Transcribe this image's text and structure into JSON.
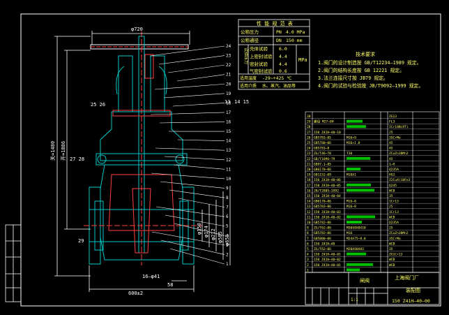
{
  "colors": {
    "background": "#000000",
    "frame": "#ffffff",
    "body_outline": "#00c8c8",
    "dimension": "#ffffff",
    "leader": "#00d000",
    "table_text": "#ffff66",
    "section_lines": "#ff4040",
    "handwheel": "#ffffff",
    "parts_fill": "#00c000"
  },
  "dimensions": {
    "top_width": "φ720",
    "height_open": "关≈1480",
    "height_close": "开≈1886",
    "bottom_width": "600±2",
    "flange_d1": "φ150",
    "flange_d2": "φ174",
    "flange_d3": "φ212",
    "flange_d4": "φ585",
    "flange_d5": "φ655",
    "bolt_note": "16—φ41",
    "thickness": "58"
  },
  "callouts_right": [
    "24",
    "23",
    "22",
    "21",
    "20",
    "19",
    "18",
    "17",
    "16",
    "15",
    "14",
    "13",
    "12",
    "11",
    "10",
    "9",
    "8",
    "7",
    "6",
    "5",
    "4",
    "3",
    "2",
    "1"
  ],
  "callouts_left": {
    "a": "25 26",
    "b": "27 28",
    "c": "29",
    "d": "16"
  },
  "callouts_mid": {
    "a": "13",
    "b": "14 15"
  },
  "perf_table": {
    "title": "性 能 规 范 表",
    "rows": [
      {
        "label": "公称压力",
        "code": "PN",
        "value": "4.0 MPa"
      },
      {
        "label": "公称通径",
        "code": "DN",
        "value": "150 mm"
      },
      {
        "label": "壳体试验",
        "code": "",
        "value": "6.0"
      },
      {
        "label": "上密封试验",
        "code": "",
        "value": "4.4"
      },
      {
        "label": "密封试验",
        "code": "",
        "value": "4.4"
      },
      {
        "label": "气密封试验",
        "code": "",
        "value": "0.6"
      }
    ],
    "side_label": "试验压力",
    "unit": "MPa",
    "temp_label": "适用温度",
    "temp_value": "-29~+425 ℃",
    "medium_label": "适用介质",
    "medium_value": "水、蒸汽、油品等"
  },
  "tech_req": {
    "title": "技术要求",
    "items": [
      "1.阀门的设计制造按 GB/T12234—1989 规定。",
      "2.阀门的结构长度按 GB 12221 规定。",
      "3.法兰连接尺寸按 JB79 规定。",
      "4.阀门的试验与检验按 JB/T9092—1999 规定。"
    ]
  },
  "parts": [
    {
      "no": "30",
      "code": "",
      "name": "",
      "qty": "",
      "mat": "ZG13"
    },
    {
      "no": "29",
      "code": "螺母 M27—8H",
      "name": "",
      "qty": "",
      "mat": "FL3"
    },
    {
      "no": "28",
      "code": "",
      "name": "",
      "qty": "",
      "mat": "1Cr18Ni9Ti"
    },
    {
      "no": "27",
      "code": "150 Z41H—40—10",
      "name": "",
      "qty": "",
      "mat": "25"
    },
    {
      "no": "26",
      "code": "GB5783—85",
      "name": "M16×9",
      "qty": "",
      "mat": "35CrMo"
    },
    {
      "no": "25",
      "code": "GB5780—86",
      "name": "M16×1.0",
      "qty": "",
      "mat": "45"
    },
    {
      "no": "24",
      "code": "GB5783—8",
      "name": "",
      "qty": "",
      "mat": "45"
    },
    {
      "no": "23",
      "code": "ZG/T46—70",
      "name": "T30",
      "qty": "",
      "mat": "ZCuZn38Mn2"
    },
    {
      "no": "22",
      "code": "GB/T1096—79",
      "name": "",
      "qty": "",
      "mat": "45"
    },
    {
      "no": "21",
      "code": "GB97.1—85",
      "name": "",
      "qty": "",
      "mat": "1—H"
    },
    {
      "no": "20",
      "code": "GB6170—86",
      "name": "",
      "qty": "",
      "mat": "Q235A"
    },
    {
      "no": "19",
      "code": "GB1152—89",
      "name": "M10X1",
      "qty": "",
      "mat": "HS2"
    },
    {
      "no": "18",
      "code": "150 Z41H—40—06",
      "name": "",
      "qty": "",
      "mat": "Z2CuAl10Fe3"
    },
    {
      "no": "17",
      "code": "150 Z41H—40—05",
      "name": "",
      "qty": "",
      "mat": "Q245"
    },
    {
      "no": "16",
      "code": "JB/T2805—1992",
      "name": "",
      "qty": "",
      "mat": "WCB"
    },
    {
      "no": "15",
      "code": "150 Z41H—40—04",
      "name": "",
      "qty": "",
      "mat": "35"
    },
    {
      "no": "14",
      "code": "GB6170—86",
      "name": "M16—8",
      "qty": "",
      "mat": "1Cr13"
    },
    {
      "no": "13",
      "code": "GB5783—86",
      "name": "M16—8",
      "qty": "",
      "mat": "25"
    },
    {
      "no": "12",
      "code": "150 Z41H—40—03",
      "name": "",
      "qty": "",
      "mat": "1Cr13"
    },
    {
      "no": "11",
      "code": "150 Z41H—40—02",
      "name": "",
      "qty": "",
      "mat": "WCB"
    },
    {
      "no": "10",
      "code": "GB5782—86",
      "name": "",
      "qty": "",
      "mat": "Q235A"
    },
    {
      "no": "9",
      "code": "ZG/T62—86",
      "name": "M30X8X8X10",
      "qty": "",
      "mat": "25"
    },
    {
      "no": "8",
      "code": "GB5782—86",
      "name": "M16",
      "qty": "",
      "mat": "ZCuZn38Mn2"
    },
    {
      "no": "7",
      "code": "GB5800—86",
      "name": "M24X75—8.8",
      "qty": "",
      "mat": "35CrMo"
    },
    {
      "no": "6",
      "code": "150 Z41H—40",
      "name": "",
      "qty": "",
      "mat": "WCB"
    },
    {
      "no": "5",
      "code": "ZG/T62—86",
      "name": "M20X80X83",
      "qty": "",
      "mat": "35"
    },
    {
      "no": "4",
      "code": "150 Z41H—40—01",
      "name": "",
      "qty": "",
      "mat": "ZG1Cr13"
    },
    {
      "no": "3",
      "code": "150 Z41H—40—02",
      "name": "",
      "qty": "",
      "mat": "WCB"
    },
    {
      "no": "2",
      "code": "150 Z41H—40—01",
      "name": "",
      "qty": "",
      "mat": "WCB"
    },
    {
      "no": "1",
      "code": "",
      "name": "",
      "qty": "",
      "mat": ""
    }
  ],
  "title_block": {
    "company": "上海阀门厂",
    "drawing_name": "闸阀",
    "label_mid": "装配图",
    "drawing_no": "150 Z41H—40—00",
    "scale_row": [
      "1:1",
      "",
      ""
    ]
  }
}
